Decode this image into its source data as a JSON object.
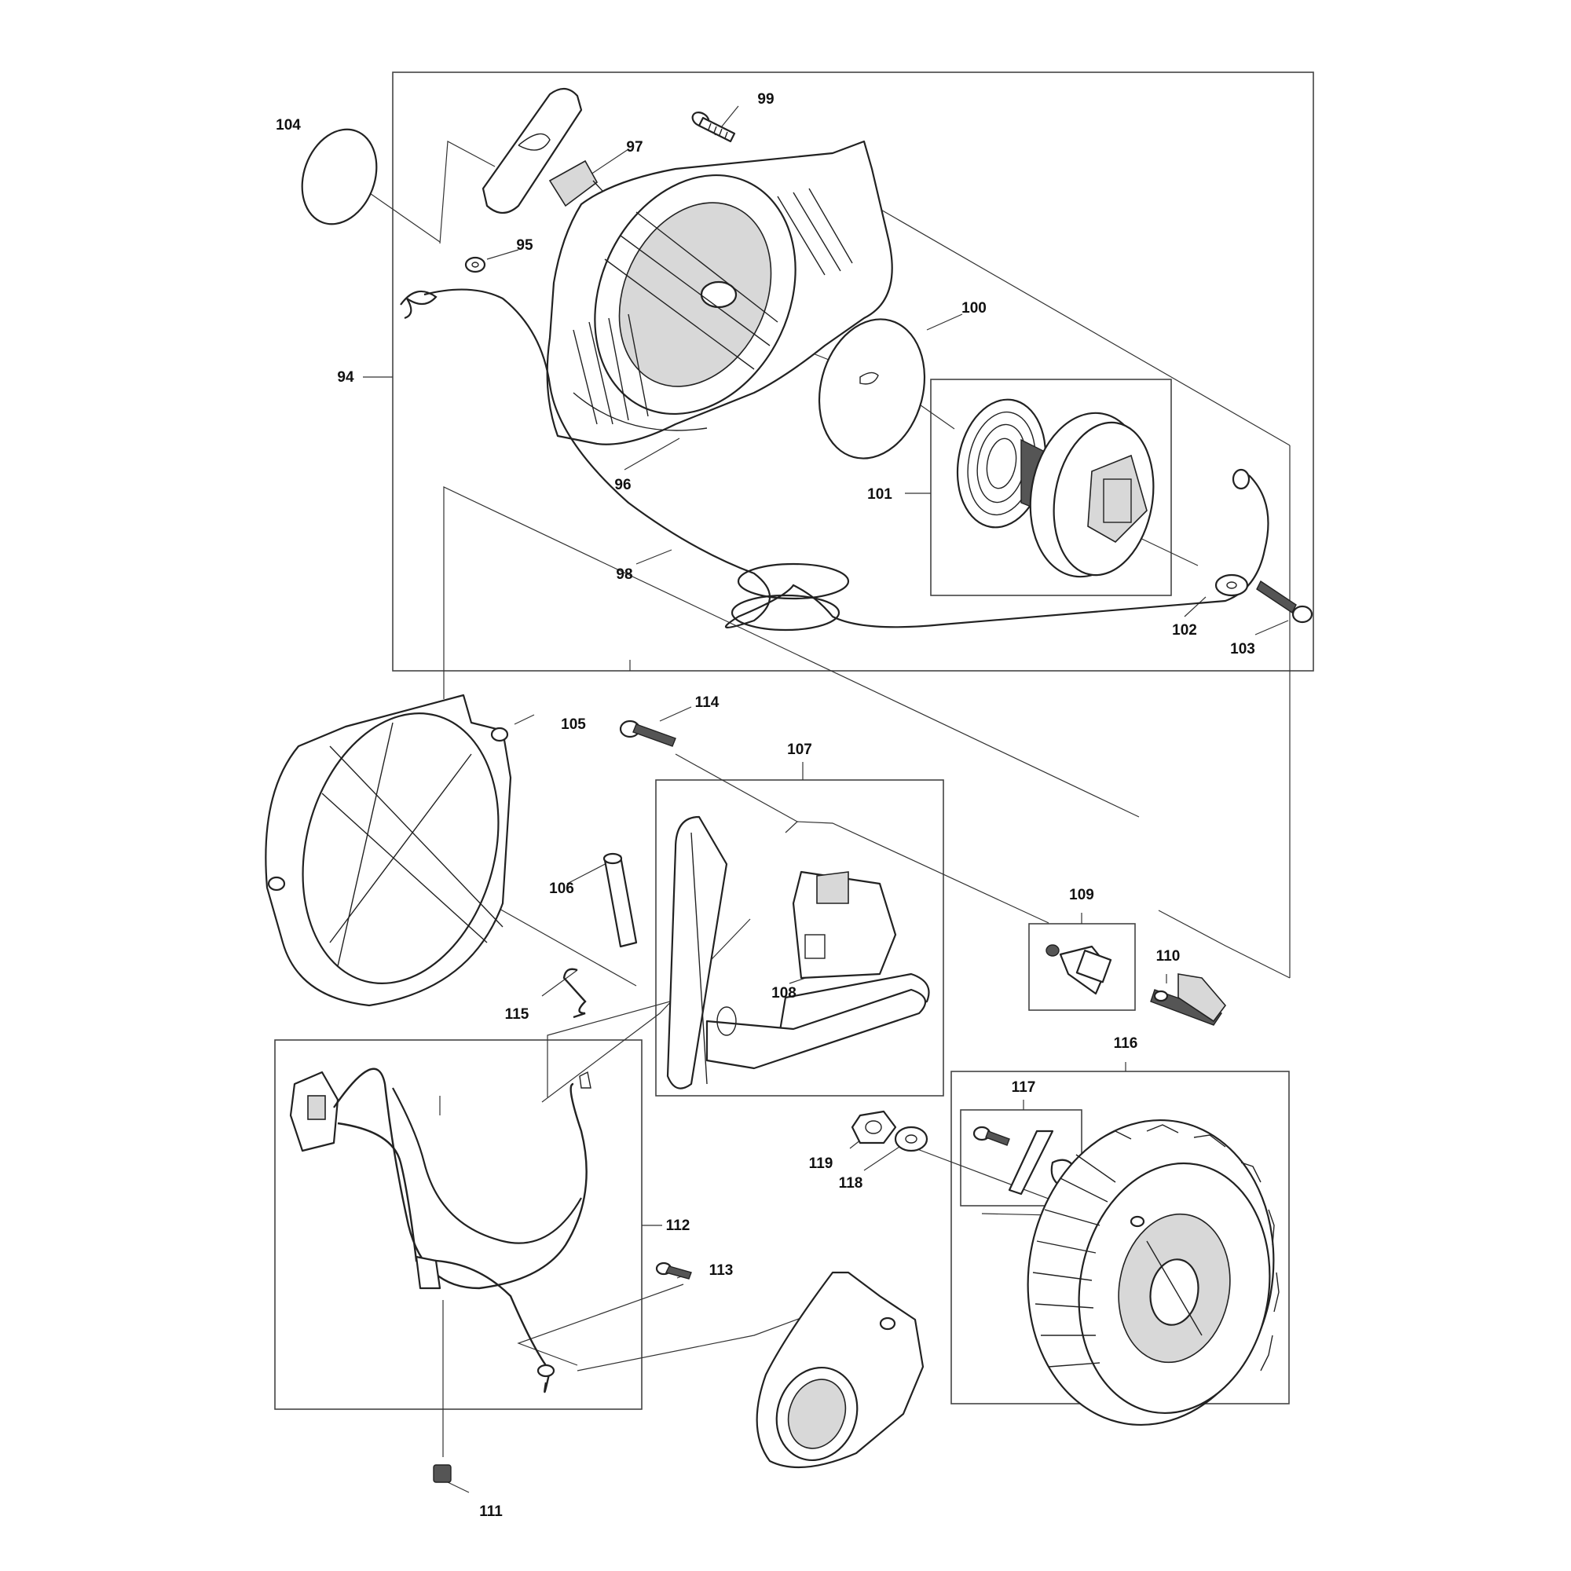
{
  "diagram": {
    "labels": [
      "94",
      "95",
      "96",
      "97",
      "98",
      "99",
      "100",
      "101",
      "102",
      "103",
      "104",
      "105",
      "106",
      "107",
      "108",
      "109",
      "110",
      "111",
      "112",
      "113",
      "114",
      "115",
      "116",
      "117",
      "118",
      "119"
    ]
  }
}
